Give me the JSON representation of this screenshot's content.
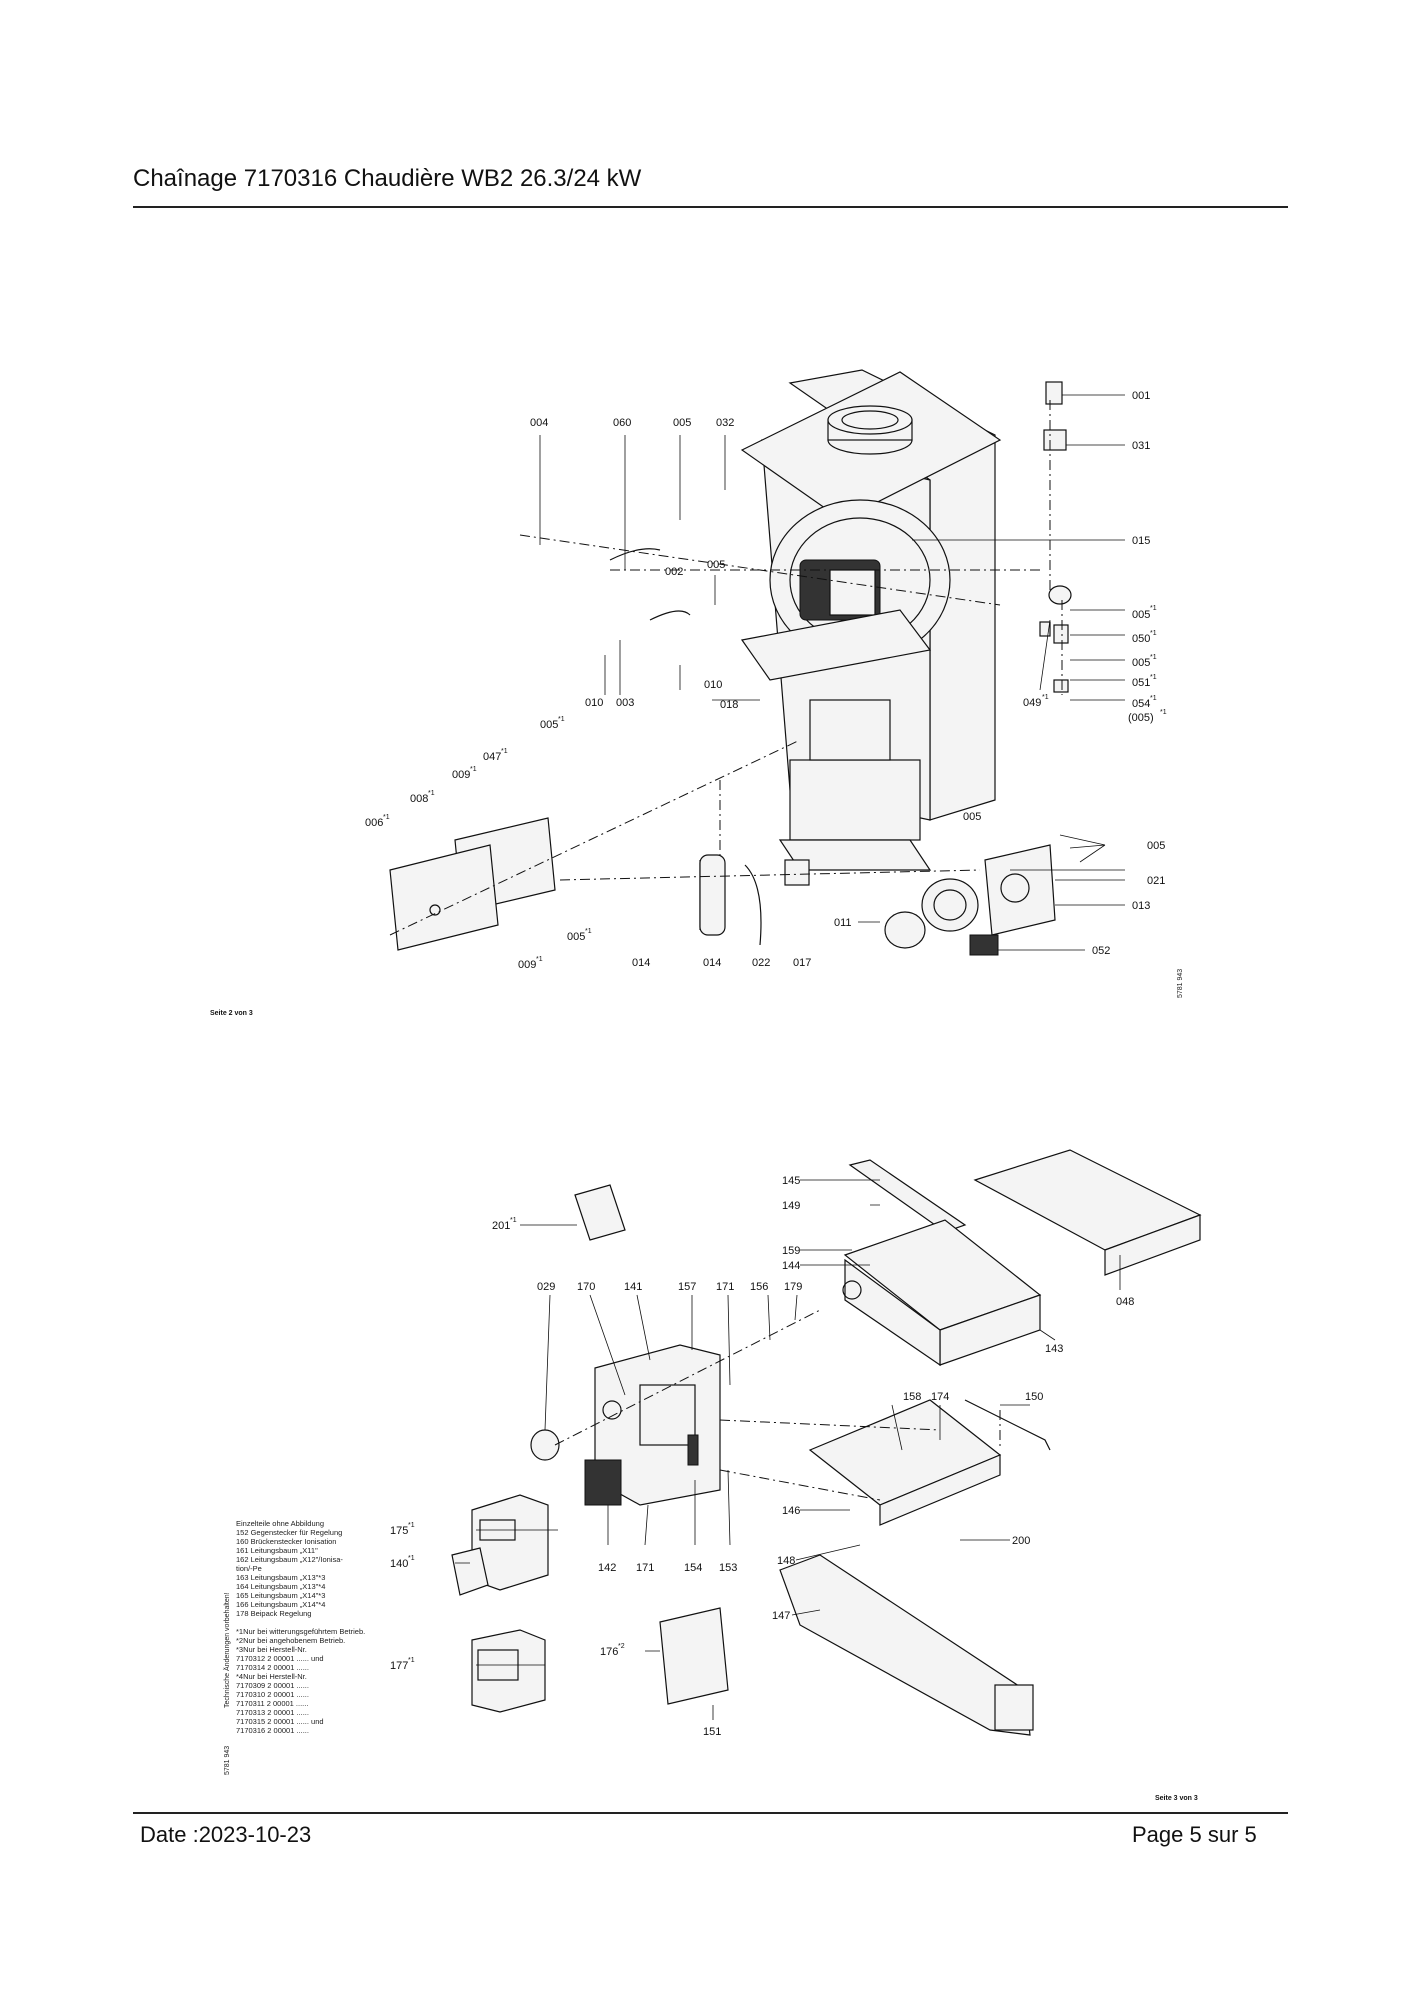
{
  "header": {
    "title": "Chaînage 7170316 Chaudière WB2 26.3/24 kW"
  },
  "footer": {
    "date": "Date :2023-10-23",
    "page": "Page 5 sur   5"
  },
  "diagram1": {
    "seite": "Seite 2 von 3",
    "code": "5781 943",
    "labels": {
      "l001": "001",
      "l031": "031",
      "l015": "015",
      "l004": "004",
      "l060": "060",
      "l005a": "005",
      "l032": "032",
      "l005b": "005",
      "l002": "002",
      "l005c": "005",
      "l050": "050",
      "l005d": "005",
      "l051": "051",
      "l054": "054",
      "l005e": "(005)",
      "l049": "049",
      "l010a": "010",
      "l003": "003",
      "l010b": "010",
      "l018": "018",
      "l005f": "005",
      "l047": "047",
      "l009a": "009",
      "l008": "008",
      "l006": "006",
      "l005g": "005",
      "l005h": "005",
      "l021": "021",
      "l013": "013",
      "l011": "011",
      "l052": "052",
      "l005i": "005",
      "l009b": "009",
      "l014a": "014",
      "l014b": "014",
      "l022": "022",
      "l017": "017",
      "sup": "*1"
    }
  },
  "diagram2": {
    "seite": "Seite 3 von 3",
    "code": "5781 943",
    "vertical_note": "Technische Änderungen vorbehalten!",
    "labels": {
      "l145": "145",
      "l149": "149",
      "l201": "201",
      "l159": "159",
      "l144": "144",
      "l048": "048",
      "l029": "029",
      "l170": "170",
      "l141": "141",
      "l157": "157",
      "l171a": "171",
      "l156": "156",
      "l179": "179",
      "l143": "143",
      "l158": "158",
      "l174": "174",
      "l150": "150",
      "l146": "146",
      "l200": "200",
      "l175": "175",
      "l140": "140",
      "l142": "142",
      "l171b": "171",
      "l154": "154",
      "l153": "153",
      "l148": "148",
      "l147": "147",
      "l177": "177",
      "l176": "176",
      "l151": "151",
      "sup1": "*1",
      "sup2": "*2"
    },
    "legend": [
      "Einzelteile ohne Abbildung",
      "152 Gegenstecker für Regelung",
      "160 Brückenstecker Ionisation",
      "161 Leitungsbaum „X11\"",
      "162 Leitungsbaum „X12\"/Ionisa-",
      "       tion/-Pe",
      "163 Leitungsbaum „X13\"*3",
      "164 Leitungsbaum „X13\"*4",
      "165 Leitungsbaum „X14\"*3",
      "166 Leitungsbaum „X14\"*4",
      "178 Beipack Regelung",
      "",
      "*1Nur bei witterungsgeführtem Betrieb.",
      "*2Nur bei angehobenem Betrieb.",
      "*3Nur bei Herstell-Nr.",
      "   7170312 2 00001 ...... und",
      "   7170314 2 00001 ......",
      "*4Nur bei Herstell-Nr.",
      "   7170309 2 00001 ......",
      "   7170310 2 00001 ......",
      "   7170311 2 00001 ......",
      "   7170313 2 00001 ......",
      "   7170315 2 00001 ...... und",
      "   7170316 2 00001 ......"
    ]
  }
}
